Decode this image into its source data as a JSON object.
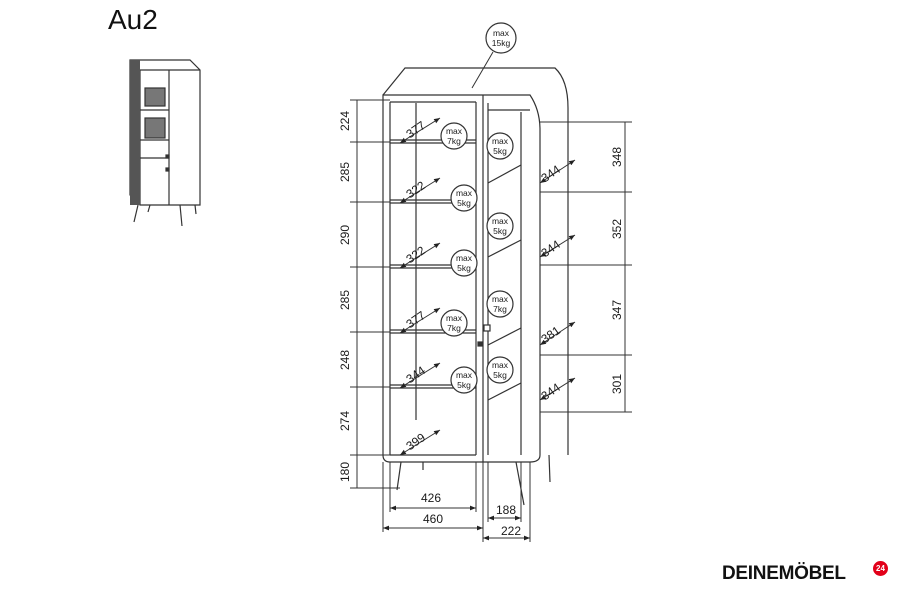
{
  "title": "Au2",
  "dims": {
    "left_heights": [
      "224",
      "285",
      "290",
      "285",
      "248",
      "274",
      "180"
    ],
    "right_heights": [
      "348",
      "352",
      "347",
      "301"
    ],
    "left_depths": [
      "377",
      "322",
      "322",
      "377",
      "344",
      "399"
    ],
    "right_depths": [
      "344",
      "344",
      "381",
      "344"
    ],
    "width_inner": "426",
    "width_outer": "460",
    "depth_inner": "188",
    "depth_outer": "222"
  },
  "loads": {
    "top": [
      "max",
      "15kg"
    ],
    "left": [
      [
        "max",
        "7kg"
      ],
      [
        "max",
        "5kg"
      ],
      [
        "max",
        "5kg"
      ],
      [
        "max",
        "7kg"
      ],
      [
        "max",
        "5kg"
      ]
    ],
    "right": [
      [
        "max",
        "5kg"
      ],
      [
        "max",
        "5kg"
      ],
      [
        "max",
        "7kg"
      ],
      [
        "max",
        "5kg"
      ]
    ]
  },
  "brand": {
    "name": "DEINEMÖBEL",
    "badge": "24",
    "color": "#e2001a"
  }
}
